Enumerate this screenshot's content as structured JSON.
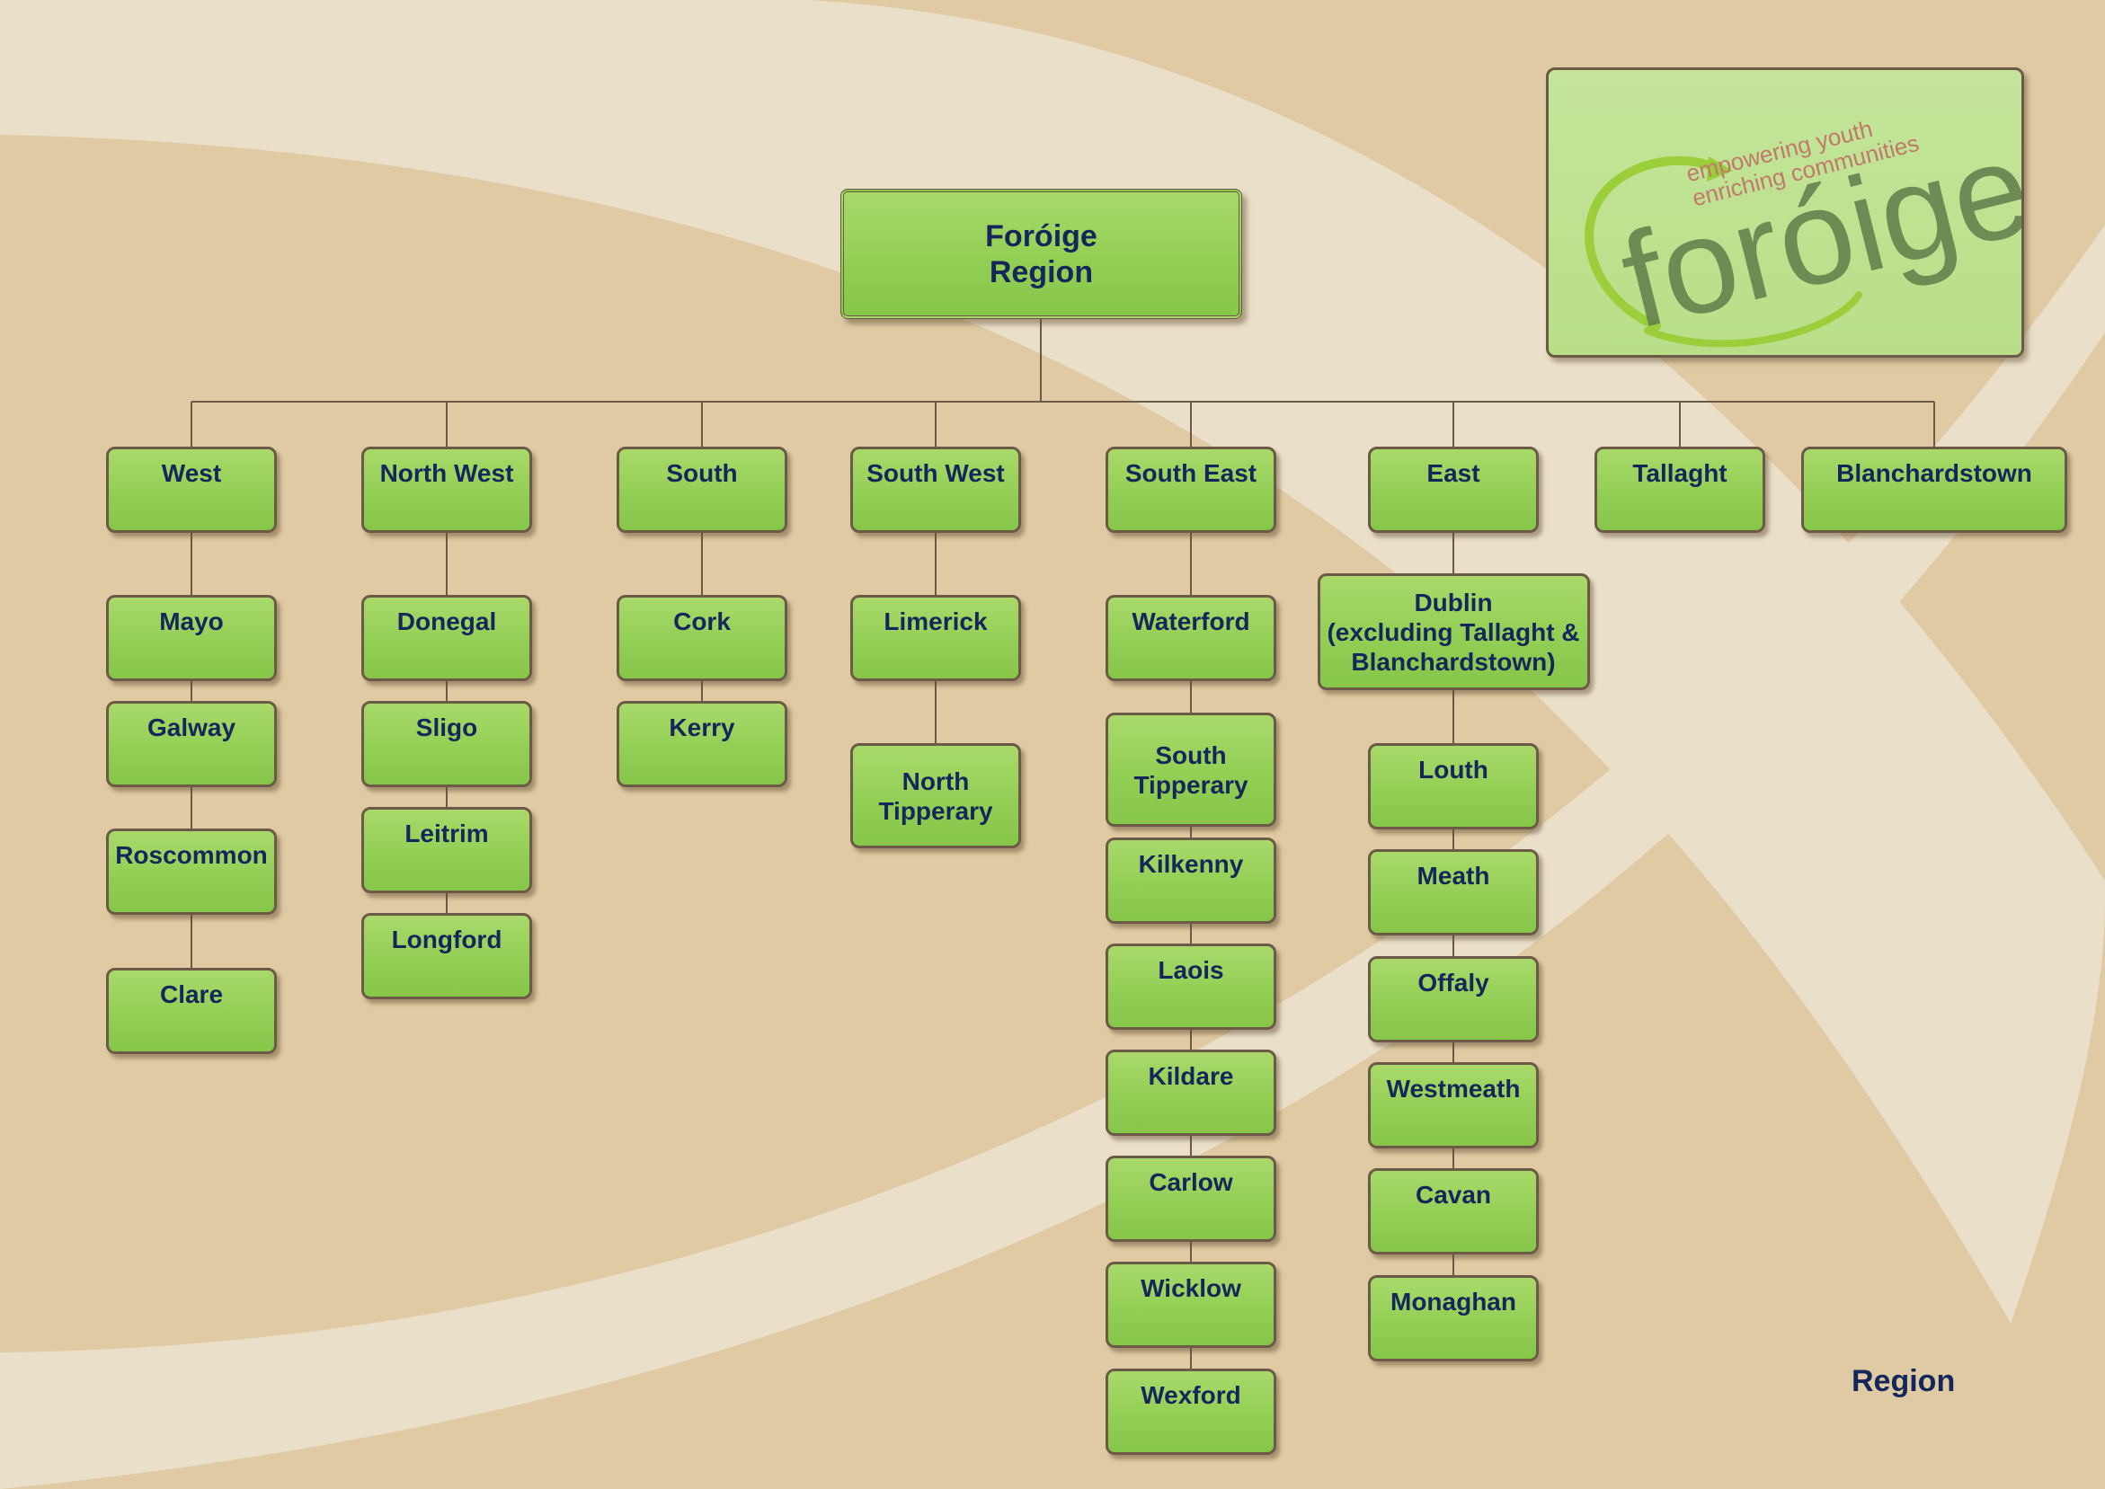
{
  "logo": {
    "tagline_1": "empowering youth",
    "tagline_2": "enriching communities",
    "wordmark": "foróige"
  },
  "region_label": "Region",
  "colors": {
    "background": "#dfcaa3",
    "node_fill": "#92cf55",
    "node_border": "#6b5a46",
    "text": "#15275a",
    "connector": "#6b5a46"
  },
  "diagram": {
    "root": "Foróige\nRegion",
    "regions": [
      {
        "name": "West",
        "counties": [
          "Mayo",
          "Galway",
          "Roscommon",
          "Clare"
        ]
      },
      {
        "name": "North West",
        "counties": [
          "Donegal",
          "Sligo",
          "Leitrim",
          "Longford"
        ]
      },
      {
        "name": "South",
        "counties": [
          "Cork",
          "Kerry"
        ]
      },
      {
        "name": "South West",
        "counties": [
          "Limerick",
          "North\nTipperary"
        ]
      },
      {
        "name": "South East",
        "counties": [
          "Waterford",
          "South\nTipperary",
          "Kilkenny",
          "Laois",
          "Kildare",
          "Carlow",
          "Wicklow",
          "Wexford"
        ]
      },
      {
        "name": "East",
        "counties": [
          "Dublin\n(excluding Tallaght &\nBlanchardstown)",
          "Louth",
          "Meath",
          "Offaly",
          "Westmeath",
          "Cavan",
          "Monaghan"
        ]
      },
      {
        "name": "Tallaght",
        "counties": []
      },
      {
        "name": "Blanchardstown",
        "counties": []
      }
    ]
  }
}
